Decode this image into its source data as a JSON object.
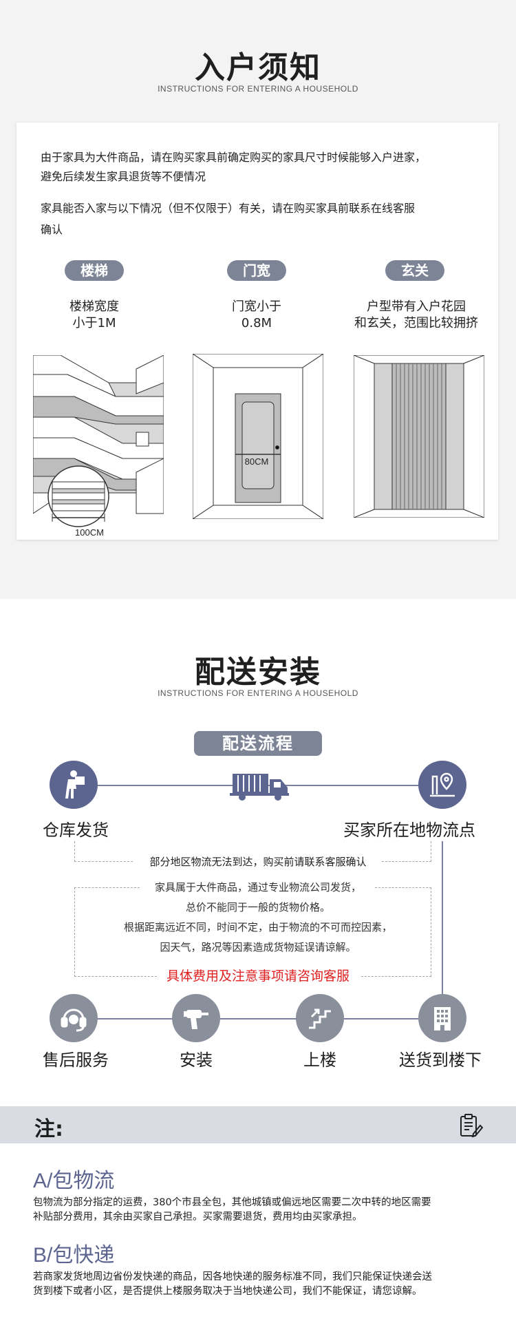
{
  "section1": {
    "title": "入户须知",
    "subtitle": "INSTRUCTIONS FOR ENTERING A HOUSEHOLD",
    "intro": [
      "由于家具为大件商品，请在购买家具前确定购买的家具尺寸时候能够入户进家，",
      "避免后续发生家具退货等不便情况",
      "家具能否入家与以下情况（但不仅限于）有关，请在购买家具前联系在线客服",
      "确认"
    ],
    "items": [
      {
        "tag": "楼梯",
        "lines": [
          "楼梯宽度",
          "小于1M"
        ],
        "dim": "100CM"
      },
      {
        "tag": "门宽",
        "lines": [
          "门宽小于",
          "0.8M"
        ],
        "dim": "80CM"
      },
      {
        "tag": "玄关",
        "lines": [
          "户型带有入户花园",
          "和玄关，范围比较拥挤"
        ]
      }
    ]
  },
  "section2": {
    "title": "配送安装",
    "subtitle": "INSTRUCTIONS FOR ENTERING A HOUSEHOLD",
    "flow_title": "配送流程",
    "steps": {
      "warehouse": "仓库发货",
      "buyer_point": "买家所在地物流点",
      "after_sales": "售后服务",
      "install": "安装",
      "upstairs": "上楼",
      "downstairs": "送货到楼下"
    },
    "notice_top": "部分地区物流无法到达，购买前请联系客服确认",
    "notice_lines": [
      "家具属于大件商品，通过专业物流公司发货，",
      "总价不能同于一般的货物价格。",
      "根据距离远近不同，时间不定，由于物流的不可而控因素，",
      "因天气，路况等因素造成货物延误请谅解。"
    ],
    "notice_red": "具体费用及注意事项请咨询客服"
  },
  "section3": {
    "note_title": "注:",
    "a_title": "A/包物流",
    "a_text": [
      "包物流为部分指定的运费，380个市县全包，其他城镇或偏远地区需要二次中转的地区需要",
      "补贴部分费用，其余由买家自己承担。买家需要退货，费用均由买家承担。"
    ],
    "b_title": "B/包快递",
    "b_text": [
      "若商家发货地周边省份发快递的商品，因各地快递的服务标准不同，我们只能保证快递会送",
      "货到楼下或者小区，是否提供上楼服务取决于当地快递公司，我们不能保证，请您谅解。"
    ]
  },
  "colors": {
    "accent": "#5c6490",
    "pill": "#7d8496",
    "red": "#e02020",
    "note_bar": "#dadce4"
  }
}
